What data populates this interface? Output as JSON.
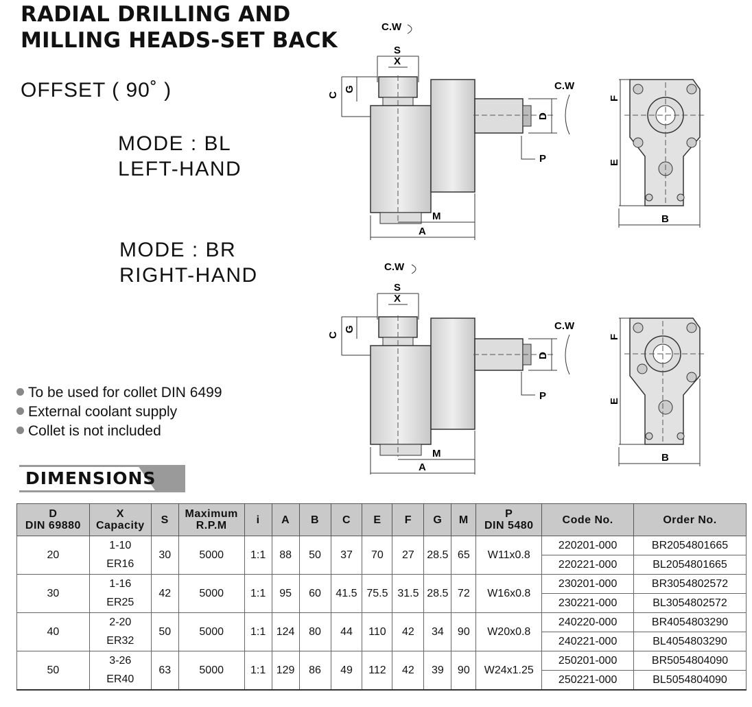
{
  "title": {
    "line1": "RADIAL DRILLING AND",
    "line2": "MILLING HEADS-SET BACK"
  },
  "offset": "OFFSET ( 90˚ )",
  "modes": [
    {
      "line1": "MODE : BL",
      "line2": "LEFT-HAND"
    },
    {
      "line1": "MODE : BR",
      "line2": "RIGHT-HAND"
    }
  ],
  "features": [
    "To be used for collet DIN 6499",
    "External coolant supply",
    "Collet is not included"
  ],
  "dimensions_label": "DIMENSIONS",
  "drawing_labels": {
    "cw": "C.W",
    "s": "S",
    "x": "X",
    "c": "C",
    "g": "G",
    "d": "D",
    "p": "P",
    "m": "M",
    "a": "A",
    "f": "F",
    "e": "E",
    "b": "B"
  },
  "table": {
    "headers": [
      {
        "l1": "D",
        "l2": "DIN 69880"
      },
      {
        "l1": "X",
        "l2": "Capacity"
      },
      {
        "l1": "S",
        "l2": ""
      },
      {
        "l1": "Maximum",
        "l2": "R.P.M"
      },
      {
        "l1": "i",
        "l2": ""
      },
      {
        "l1": "A",
        "l2": ""
      },
      {
        "l1": "B",
        "l2": ""
      },
      {
        "l1": "C",
        "l2": ""
      },
      {
        "l1": "E",
        "l2": ""
      },
      {
        "l1": "F",
        "l2": ""
      },
      {
        "l1": "G",
        "l2": ""
      },
      {
        "l1": "M",
        "l2": ""
      },
      {
        "l1": "P",
        "l2": "DIN 5480"
      },
      {
        "l1": "Code No.",
        "l2": ""
      },
      {
        "l1": "Order No.",
        "l2": ""
      }
    ],
    "rows": [
      {
        "d": "20",
        "x1": "1-10",
        "x2": "ER16",
        "s": "30",
        "rpm": "5000",
        "i": "1:1",
        "a": "88",
        "b": "50",
        "c": "37",
        "e": "70",
        "f": "27",
        "g": "28.5",
        "m": "65",
        "p": "W11x0.8",
        "code1": "220201-000",
        "order1": "BR2054801665",
        "code2": "220221-000",
        "order2": "BL2054801665"
      },
      {
        "d": "30",
        "x1": "1-16",
        "x2": "ER25",
        "s": "42",
        "rpm": "5000",
        "i": "1:1",
        "a": "95",
        "b": "60",
        "c": "41.5",
        "e": "75.5",
        "f": "31.5",
        "g": "28.5",
        "m": "72",
        "p": "W16x0.8",
        "code1": "230201-000",
        "order1": "BR3054802572",
        "code2": "230221-000",
        "order2": "BL3054802572"
      },
      {
        "d": "40",
        "x1": "2-20",
        "x2": "ER32",
        "s": "50",
        "rpm": "5000",
        "i": "1:1",
        "a": "124",
        "b": "80",
        "c": "44",
        "e": "110",
        "f": "42",
        "g": "34",
        "m": "90",
        "p": "W20x0.8",
        "code1": "240220-000",
        "order1": "BR4054803290",
        "code2": "240221-000",
        "order2": "BL4054803290"
      },
      {
        "d": "50",
        "x1": "3-26",
        "x2": "ER40",
        "s": "63",
        "rpm": "5000",
        "i": "1:1",
        "a": "129",
        "b": "86",
        "c": "49",
        "e": "112",
        "f": "42",
        "g": "39",
        "m": "90",
        "p": "W24x1.25",
        "code1": "250201-000",
        "order1": "BR5054804090",
        "code2": "250221-000",
        "order2": "BL5054804090"
      }
    ]
  }
}
